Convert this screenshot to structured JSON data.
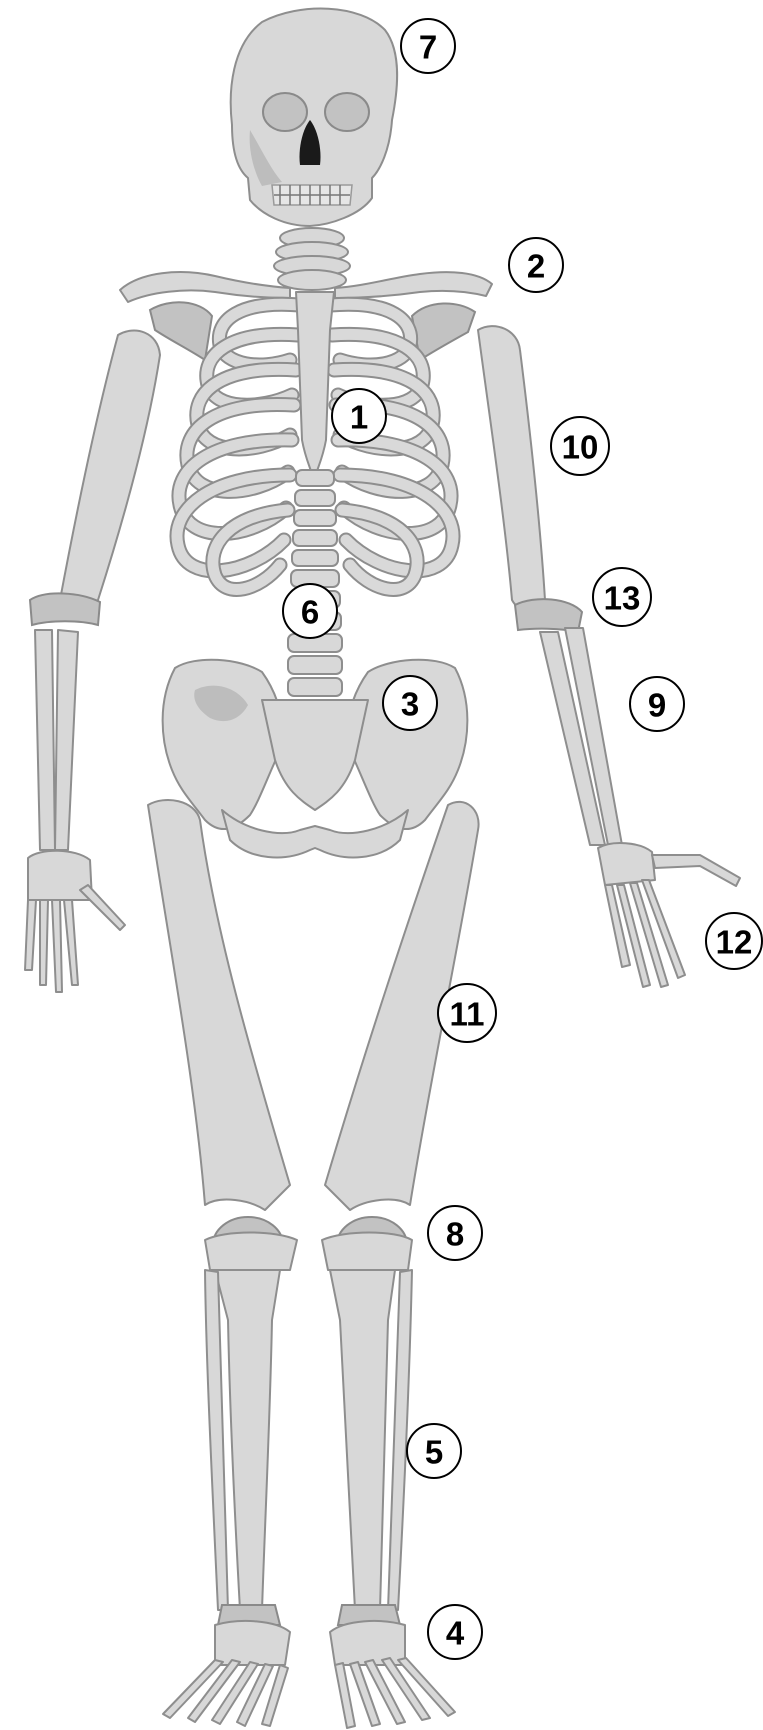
{
  "labels": [
    {
      "id": "1",
      "text": "1"
    },
    {
      "id": "2",
      "text": "2"
    },
    {
      "id": "3",
      "text": "3"
    },
    {
      "id": "4",
      "text": "4"
    },
    {
      "id": "5",
      "text": "5"
    },
    {
      "id": "6",
      "text": "6"
    },
    {
      "id": "7",
      "text": "7"
    },
    {
      "id": "8",
      "text": "8"
    },
    {
      "id": "9",
      "text": "9"
    },
    {
      "id": "10",
      "text": "10"
    },
    {
      "id": "11",
      "text": "11"
    },
    {
      "id": "12",
      "text": "12"
    },
    {
      "id": "13",
      "text": "13"
    }
  ],
  "colors": {
    "bone_fill": "#d8d8d8",
    "bone_outline": "#8e8e8e",
    "marker_outline": "#000000",
    "background": "#ffffff"
  }
}
